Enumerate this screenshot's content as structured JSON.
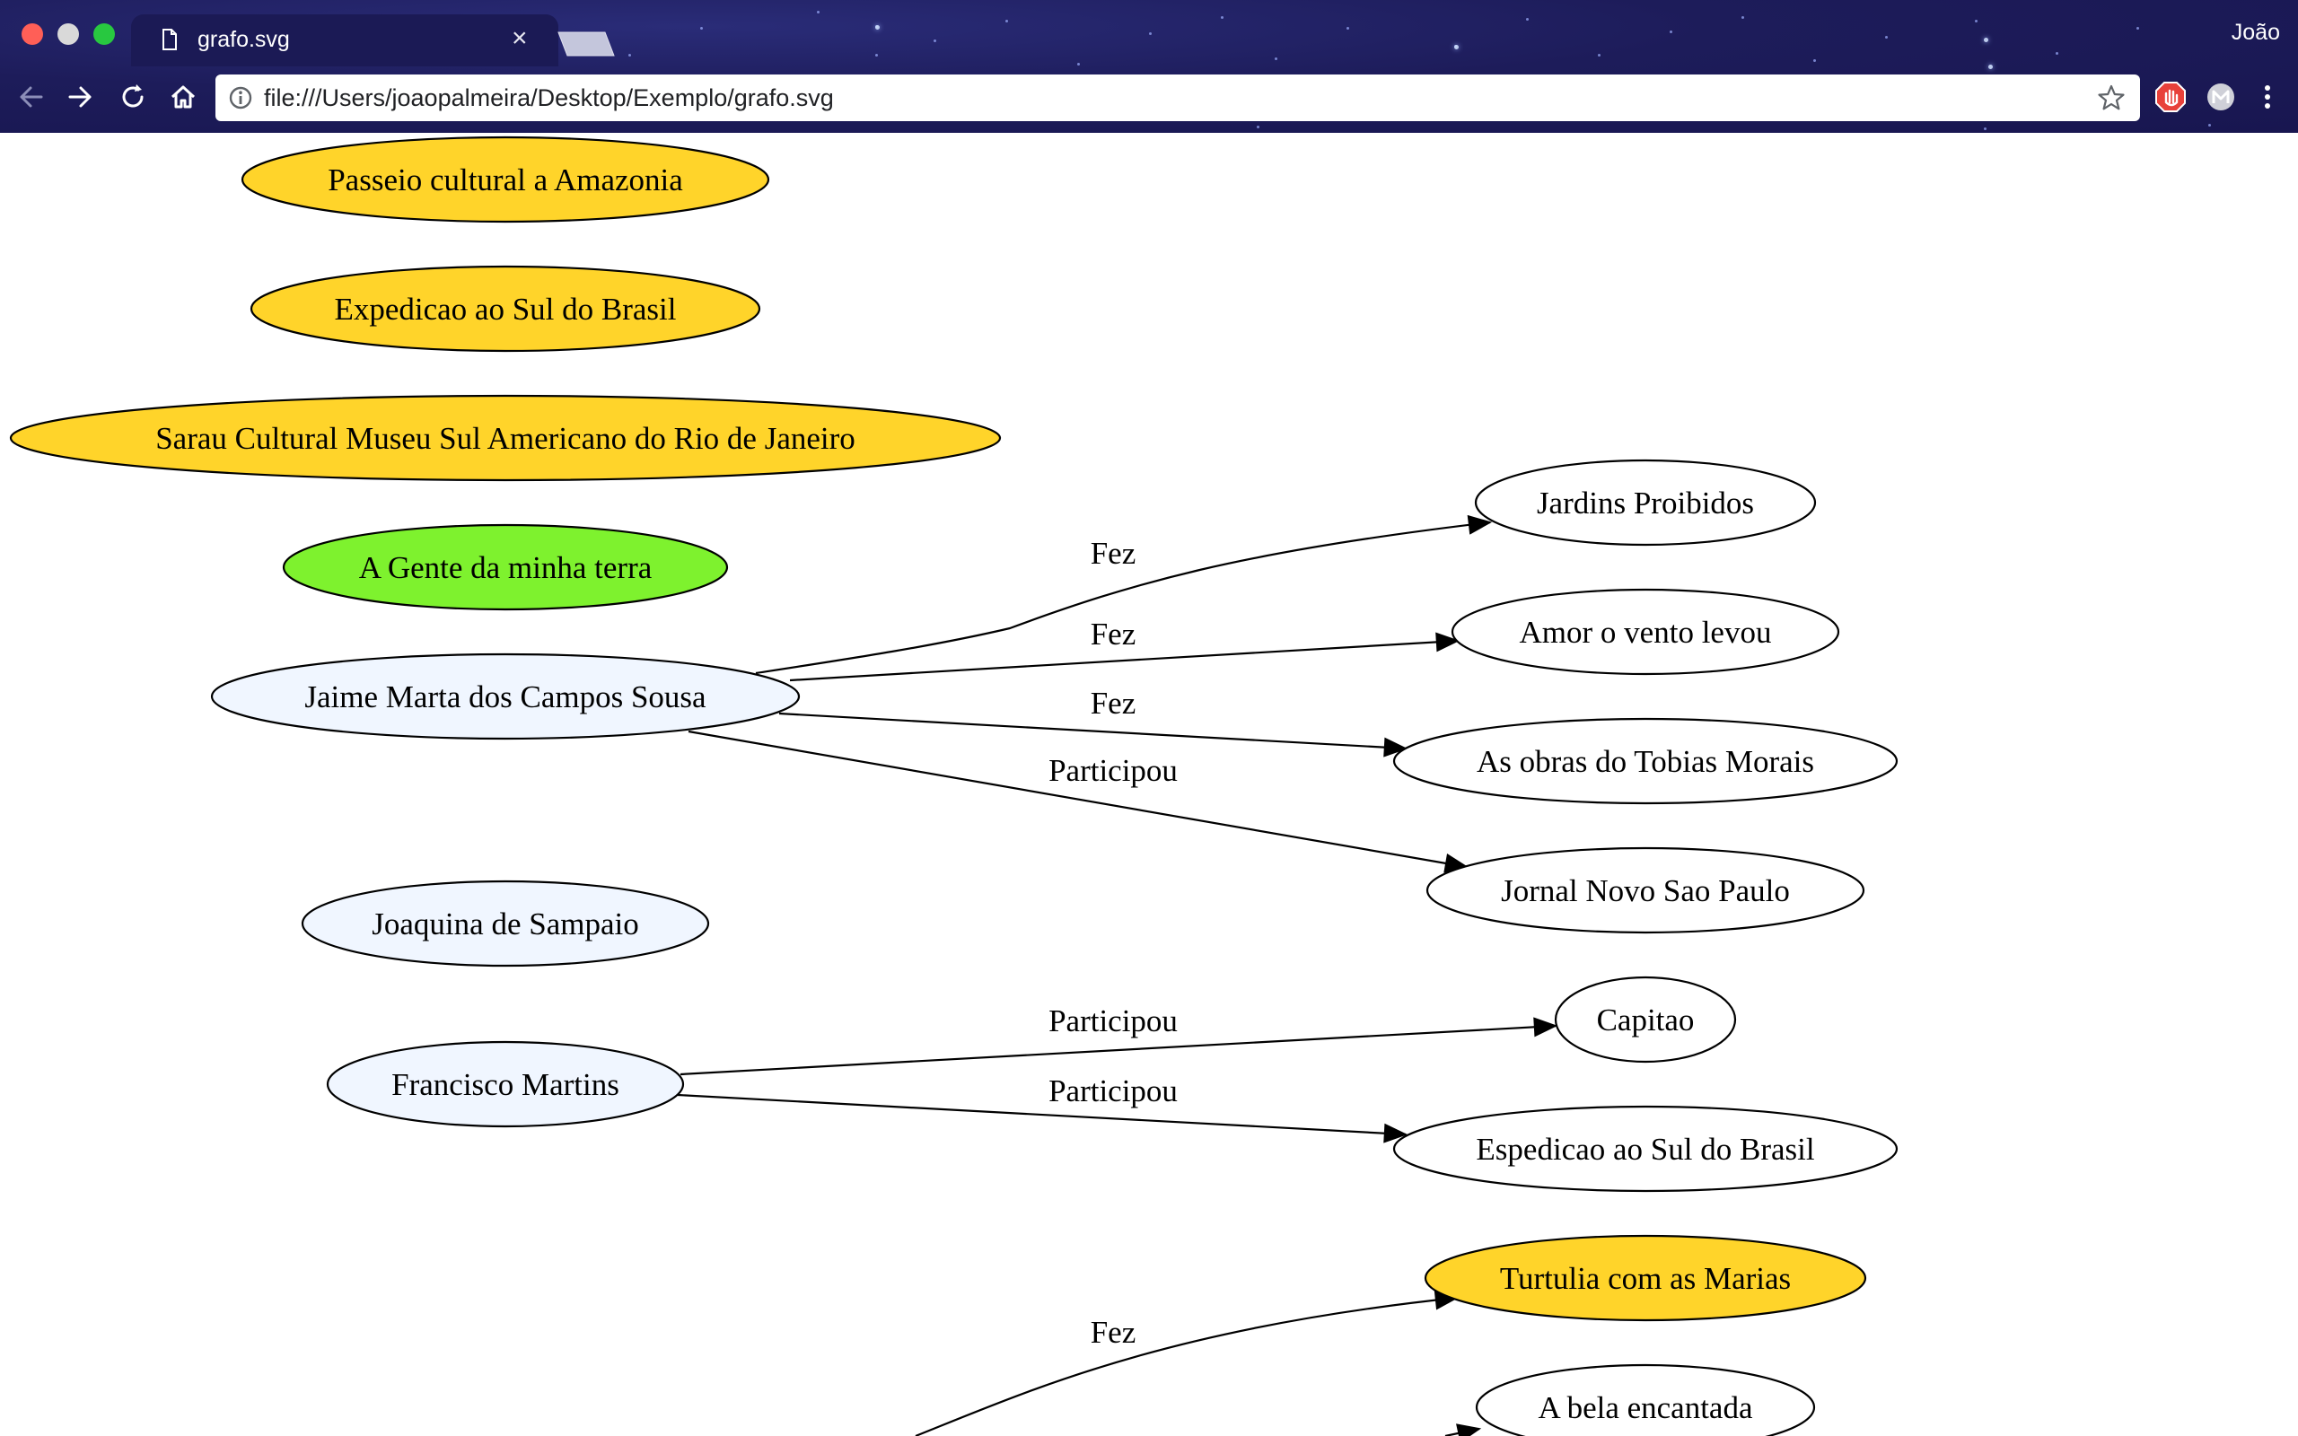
{
  "browser": {
    "tab_title": "grafo.svg",
    "tab_close": "×",
    "profile_name": "João",
    "url": "file:///Users/joaopalmeira/Desktop/Exemplo/grafo.svg",
    "colors": {
      "chrome_bg": "#1d1c5a",
      "omnibox_bg": "#ffffff"
    }
  },
  "graph": {
    "colors": {
      "yellow": "#ffd42a",
      "green": "#7ef22e",
      "person": "#f0f6ff",
      "white": "#ffffff",
      "stroke": "#000000"
    },
    "nodes": [
      {
        "id": "passeio",
        "label": "Passeio cultural a Amazonia",
        "fill": "yellow"
      },
      {
        "id": "expedicao",
        "label": "Expedicao ao Sul do Brasil",
        "fill": "yellow"
      },
      {
        "id": "sarau",
        "label": "Sarau Cultural Museu Sul Americano do Rio de Janeiro",
        "fill": "yellow"
      },
      {
        "id": "gente",
        "label": "A Gente da minha terra",
        "fill": "green"
      },
      {
        "id": "jaime",
        "label": "Jaime Marta dos Campos Sousa",
        "fill": "person"
      },
      {
        "id": "joaquina",
        "label": "Joaquina de Sampaio",
        "fill": "person"
      },
      {
        "id": "francisco",
        "label": "Francisco Martins",
        "fill": "person"
      },
      {
        "id": "jardins",
        "label": "Jardins Proibidos",
        "fill": "white"
      },
      {
        "id": "amor",
        "label": "Amor o vento levou",
        "fill": "white"
      },
      {
        "id": "tobias",
        "label": "As obras do Tobias Morais",
        "fill": "white"
      },
      {
        "id": "jornal",
        "label": "Jornal Novo Sao Paulo",
        "fill": "white"
      },
      {
        "id": "capitao",
        "label": "Capitao",
        "fill": "white"
      },
      {
        "id": "espedicao",
        "label": "Espedicao ao Sul do Brasil",
        "fill": "white"
      },
      {
        "id": "turtulia",
        "label": "Turtulia com as Marias",
        "fill": "yellow"
      },
      {
        "id": "bela",
        "label": "A bela encantada",
        "fill": "white"
      }
    ],
    "edges": [
      {
        "from": "jaime",
        "to": "jardins",
        "label": "Fez"
      },
      {
        "from": "jaime",
        "to": "amor",
        "label": "Fez"
      },
      {
        "from": "jaime",
        "to": "tobias",
        "label": "Fez"
      },
      {
        "from": "jaime",
        "to": "jornal",
        "label": "Participou"
      },
      {
        "from": "francisco",
        "to": "capitao",
        "label": "Participou"
      },
      {
        "from": "francisco",
        "to": "espedicao",
        "label": "Participou"
      },
      {
        "from": "",
        "to": "turtulia",
        "label": "Fez"
      },
      {
        "from": "",
        "to": "bela",
        "label": ""
      }
    ]
  }
}
